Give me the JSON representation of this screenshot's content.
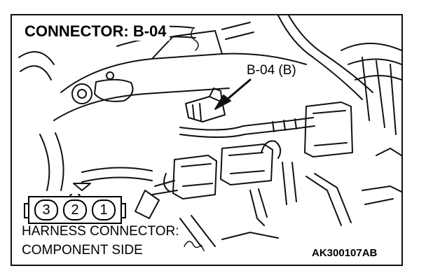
{
  "figure": {
    "title": "CONNECTOR: B-04",
    "callout_label": "B-04 (B)",
    "harness_label_line1": "HARNESS CONNECTOR:",
    "harness_label_line2": "COMPONENT SIDE",
    "figure_code": "AK300107AB"
  },
  "connector": {
    "pins": [
      "3",
      "2",
      "1"
    ]
  }
}
